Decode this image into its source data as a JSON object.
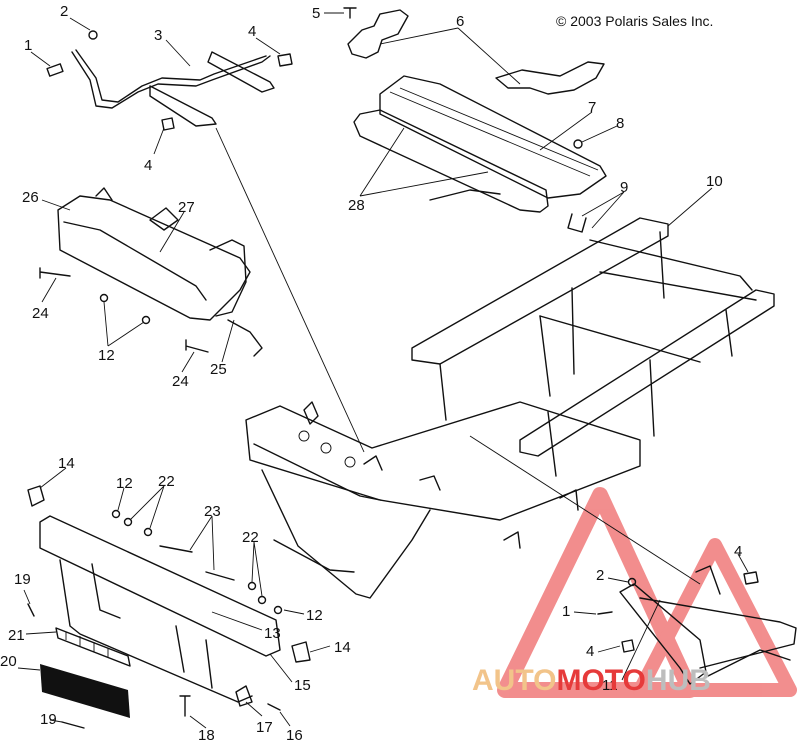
{
  "copyright": "© 2003 Polaris Sales Inc.",
  "watermark": {
    "word_a": "AUTO",
    "word_b": "MOTO",
    "word_c": "HUB",
    "color_a": "#f2c48a",
    "color_b": "#e63a3a",
    "color_c": "#bdbdbd",
    "triangle_color": "#f07a7a"
  },
  "callouts": [
    {
      "id": "c1a",
      "label": "1"
    },
    {
      "id": "c2a",
      "label": "2"
    },
    {
      "id": "c3",
      "label": "3"
    },
    {
      "id": "c4a",
      "label": "4"
    },
    {
      "id": "c5",
      "label": "5"
    },
    {
      "id": "c6",
      "label": "6"
    },
    {
      "id": "c7",
      "label": "7"
    },
    {
      "id": "c8",
      "label": "8"
    },
    {
      "id": "c4b",
      "label": "4"
    },
    {
      "id": "c9",
      "label": "9"
    },
    {
      "id": "c10",
      "label": "10"
    },
    {
      "id": "c26",
      "label": "26"
    },
    {
      "id": "c27",
      "label": "27"
    },
    {
      "id": "c28",
      "label": "28"
    },
    {
      "id": "c24a",
      "label": "24"
    },
    {
      "id": "c12a",
      "label": "12"
    },
    {
      "id": "c24b",
      "label": "24"
    },
    {
      "id": "c25",
      "label": "25"
    },
    {
      "id": "c14a",
      "label": "14"
    },
    {
      "id": "c12b",
      "label": "12"
    },
    {
      "id": "c22a",
      "label": "22"
    },
    {
      "id": "c23",
      "label": "23"
    },
    {
      "id": "c22b",
      "label": "22"
    },
    {
      "id": "c19a",
      "label": "19"
    },
    {
      "id": "c12c",
      "label": "12"
    },
    {
      "id": "c13",
      "label": "13"
    },
    {
      "id": "c21",
      "label": "21"
    },
    {
      "id": "c14b",
      "label": "14"
    },
    {
      "id": "c20",
      "label": "20"
    },
    {
      "id": "c15",
      "label": "15"
    },
    {
      "id": "c19b",
      "label": "19"
    },
    {
      "id": "c17",
      "label": "17"
    },
    {
      "id": "c18",
      "label": "18"
    },
    {
      "id": "c16",
      "label": "16"
    },
    {
      "id": "c4c",
      "label": "4"
    },
    {
      "id": "c2b",
      "label": "2"
    },
    {
      "id": "c1b",
      "label": "1"
    },
    {
      "id": "c4d",
      "label": "4"
    },
    {
      "id": "c11",
      "label": "11"
    }
  ]
}
